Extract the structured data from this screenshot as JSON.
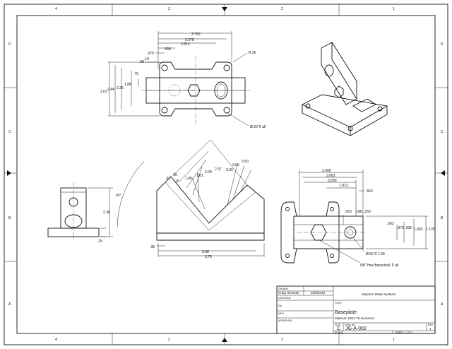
{
  "zones": {
    "top": [
      "4",
      "3",
      "2",
      "1"
    ],
    "bottom": [
      "4",
      "3",
      "2",
      "1"
    ],
    "left": [
      "D",
      "C",
      "B",
      "A"
    ],
    "right": [
      "D",
      "C",
      "B",
      "A"
    ]
  },
  "top_view": {
    "width_dims": [
      "3.750",
      "3.375",
      "2.813",
      ".938",
      ".375",
      ".38",
      ".19"
    ],
    "height_dims": [
      "2.63",
      "2.44",
      "2.25",
      "1.88",
      ".75"
    ],
    "radius": "R.26",
    "hole_note": "Ø.20 ∇ all"
  },
  "side_view": {
    "height": "2.38",
    "base": ".25"
  },
  "front_view": {
    "angle": "45°",
    "slope_dims": [
      "3.50",
      "3.06",
      "3.00",
      "2.37",
      "2.00",
      "1.81",
      "1.45",
      ".81",
      ".56",
      ".31"
    ],
    "thickness": ".38",
    "widths": [
      "3.38",
      "3.75"
    ]
  },
  "bottom_view": {
    "width_dims": [
      "3.500",
      "3.063",
      "3.000",
      "1.813",
      ".563"
    ],
    "small_dims": [
      ".063",
      ".188",
      ".250"
    ],
    "right_dims": [
      ".563",
      ".875",
      ".938",
      "1.063",
      "1.125"
    ],
    "hole_note": "Ø.50 ∇ 1.00",
    "hex_note": "5/8\" Hex Broached, ∇ all"
  },
  "title_block": {
    "drawn_label": "DRAWN",
    "drawn_by": "Craig Hickman",
    "drawn_date": "2/25/2010",
    "checked_label": "CHECKED",
    "qa_label": "QA",
    "mfg_label": "MFG",
    "approved_label": "APPROVED",
    "company": "Mayhem Skate Systems",
    "title_label": "TITLE",
    "title": "Baseplate",
    "material": "Material: 6061-T6 Aluminum",
    "size_label": "SIZE",
    "size": "C",
    "dwg_label": "DWG NO",
    "dwg_no": "JG-A-002",
    "rev_label": "REV",
    "rev": "1",
    "scale_label": "SCALE",
    "sheet": "SHEET 1  OF 1"
  }
}
